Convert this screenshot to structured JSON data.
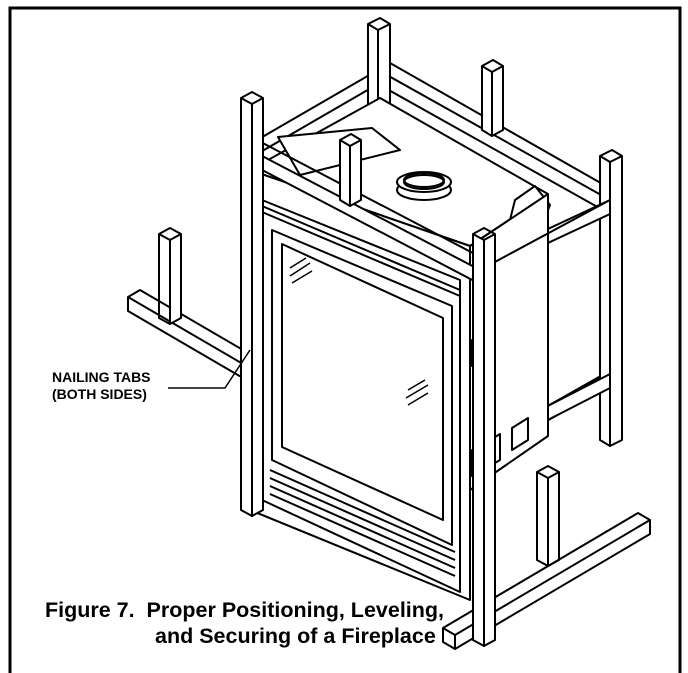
{
  "figure": {
    "callout": {
      "line1": "NAILING TABS",
      "line2": "(BOTH SIDES)"
    },
    "caption": {
      "line1": "Figure 7.  Proper Positioning, Leveling,",
      "line2": "and Securing of a Fireplace"
    }
  }
}
